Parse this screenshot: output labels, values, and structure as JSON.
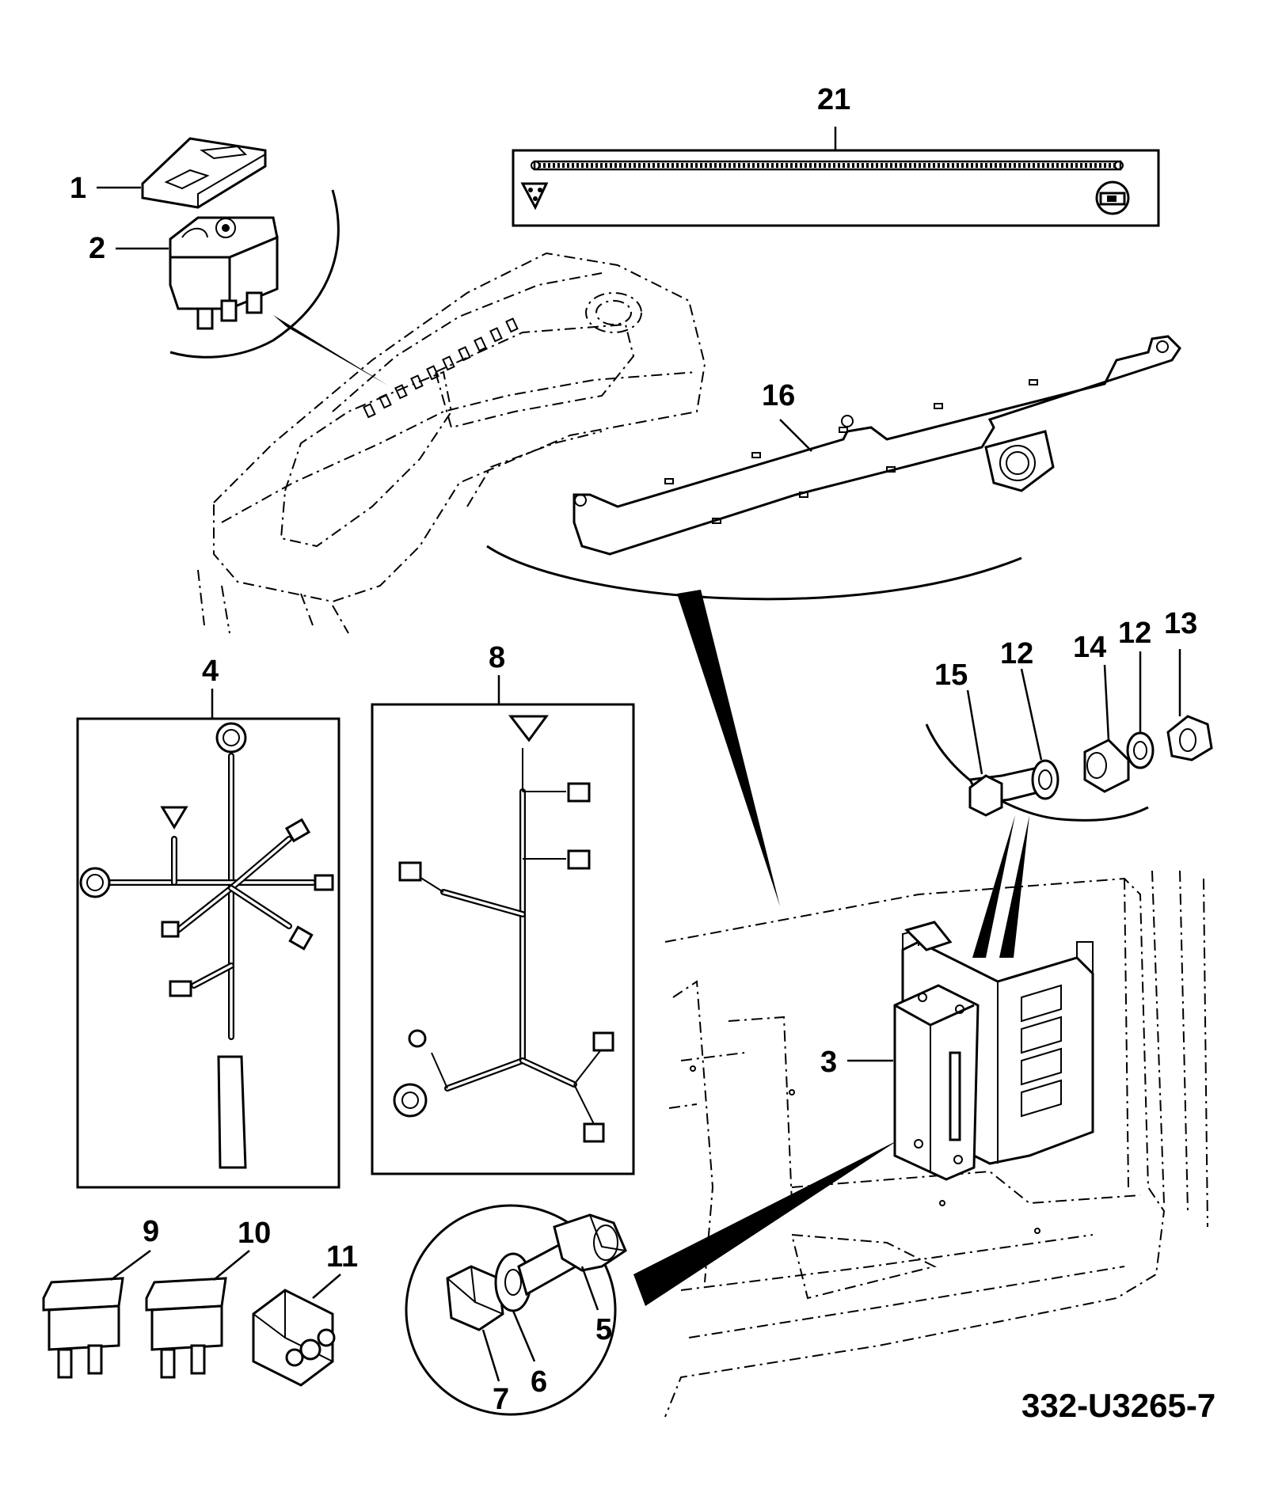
{
  "drawing_number": "332-U3265-7",
  "callouts": {
    "c1": "1",
    "c2": "2",
    "c3": "3",
    "c4": "4",
    "c5": "5",
    "c6": "6",
    "c7": "7",
    "c8": "8",
    "c9": "9",
    "c10": "10",
    "c11": "11",
    "c12a": "12",
    "c12b": "12",
    "c13": "13",
    "c14": "14",
    "c15": "15",
    "c16": "16",
    "c21": "21"
  }
}
